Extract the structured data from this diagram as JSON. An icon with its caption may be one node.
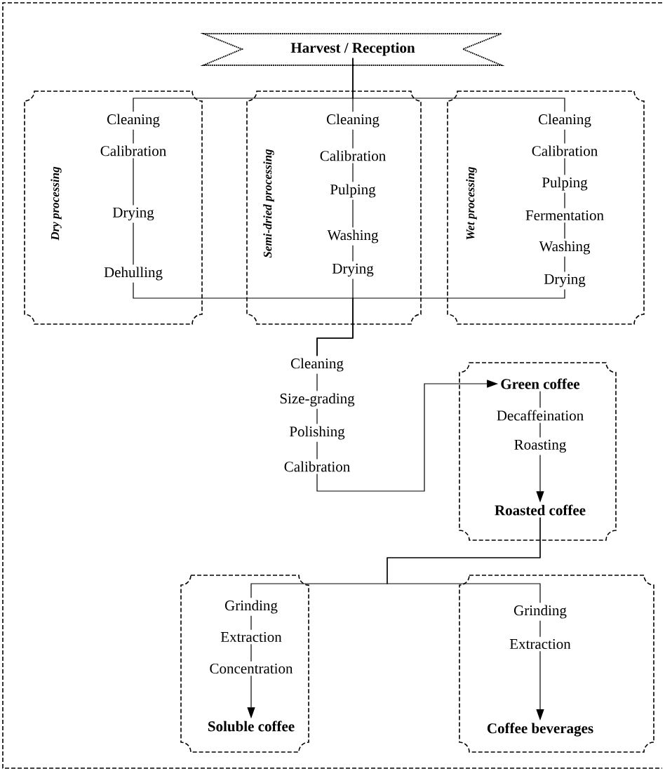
{
  "diagram": {
    "nodes": [
      {
        "text": [
          "Harvest / Reception"
        ]
      },
      {
        "text": [
          "Dry processing"
        ]
      },
      {
        "text": [
          "Cleaning"
        ],
        "in": 1
      },
      {
        "text": [
          "Calibration"
        ],
        "in": 1
      },
      {
        "text": [
          "Drying"
        ],
        "in": 1
      },
      {
        "text": [
          "Dehulling"
        ],
        "in": 1
      },
      {
        "text": [
          "Semi-dried processing"
        ]
      },
      {
        "text": [
          "Cleaning"
        ],
        "in": 6
      },
      {
        "text": [
          "Calibration"
        ],
        "in": 6
      },
      {
        "text": [
          "Pulping"
        ],
        "in": 6
      },
      {
        "text": [
          "Washing"
        ],
        "in": 6
      },
      {
        "text": [
          "Drying"
        ],
        "in": 6
      },
      {
        "text": [
          "Wet processing"
        ]
      },
      {
        "text": [
          "Cleaning"
        ],
        "in": 12
      },
      {
        "text": [
          "Calibration"
        ],
        "in": 12
      },
      {
        "text": [
          "Pulping"
        ],
        "in": 12
      },
      {
        "text": [
          "Fermentation"
        ],
        "in": 12
      },
      {
        "text": [
          "Washing"
        ],
        "in": 12
      },
      {
        "text": [
          "Drying"
        ],
        "in": 12
      },
      {
        "text": [
          "Cleaning"
        ]
      },
      {
        "text": [
          "Size-grading"
        ]
      },
      {
        "text": [
          "Polishing"
        ]
      },
      {
        "text": [
          "Calibration"
        ]
      },
      {
        "text": [],
        "shape": "box"
      },
      {
        "text": [
          "Green coffee"
        ],
        "in": 23
      },
      {
        "text": [
          "Decaffeination"
        ],
        "in": 23
      },
      {
        "text": [
          "Roasting"
        ],
        "in": 23
      },
      {
        "text": [
          "Roasted coffee"
        ],
        "in": 23
      },
      {
        "text": [],
        "shape": "box"
      },
      {
        "text": [
          "Grinding"
        ],
        "in": 28
      },
      {
        "text": [
          "Extraction"
        ],
        "in": 28
      },
      {
        "text": [
          "Concentration"
        ],
        "in": 28
      },
      {
        "text": [
          "Soluble coffee"
        ],
        "in": 28
      },
      {
        "text": [],
        "shape": "box"
      },
      {
        "text": [
          "Grinding"
        ],
        "in": 33
      },
      {
        "text": [
          "Extraction"
        ],
        "in": 33
      },
      {
        "text": [
          "Coffee beverages"
        ],
        "in": 33
      }
    ],
    "edges": [
      {
        "from": 0,
        "to": 2,
        "arrow": "none"
      },
      {
        "from": 0,
        "to": 7,
        "arrow": "none"
      },
      {
        "from": 0,
        "to": 13,
        "arrow": "none"
      },
      {
        "from": 2,
        "to": 3,
        "arrow": "none"
      },
      {
        "from": 3,
        "to": 4,
        "arrow": "none"
      },
      {
        "from": 4,
        "to": 5,
        "arrow": "none"
      },
      {
        "from": 7,
        "to": 8,
        "arrow": "none"
      },
      {
        "from": 8,
        "to": 9,
        "arrow": "none"
      },
      {
        "from": 9,
        "to": 10,
        "arrow": "none"
      },
      {
        "from": 10,
        "to": 11,
        "arrow": "none"
      },
      {
        "from": 13,
        "to": 14,
        "arrow": "none"
      },
      {
        "from": 14,
        "to": 15,
        "arrow": "none"
      },
      {
        "from": 15,
        "to": 16,
        "arrow": "none"
      },
      {
        "from": 16,
        "to": 17,
        "arrow": "none"
      },
      {
        "from": 17,
        "to": 18,
        "arrow": "none"
      },
      {
        "from": 5,
        "to": 19,
        "arrow": "none"
      },
      {
        "from": 11,
        "to": 19,
        "arrow": "none"
      },
      {
        "from": 18,
        "to": 19,
        "arrow": "none"
      },
      {
        "from": 19,
        "to": 20,
        "arrow": "none"
      },
      {
        "from": 20,
        "to": 21,
        "arrow": "none"
      },
      {
        "from": 21,
        "to": 22,
        "arrow": "none"
      },
      {
        "from": 22,
        "to": 24,
        "arrow": "to"
      },
      {
        "from": 24,
        "to": 25,
        "arrow": "none"
      },
      {
        "from": 25,
        "to": 26,
        "arrow": "none"
      },
      {
        "from": 26,
        "to": 27,
        "arrow": "to"
      },
      {
        "from": 27,
        "to": 29,
        "arrow": "none"
      },
      {
        "from": 27,
        "to": 34,
        "arrow": "none"
      },
      {
        "from": 29,
        "to": 30,
        "arrow": "none"
      },
      {
        "from": 30,
        "to": 31,
        "arrow": "none"
      },
      {
        "from": 31,
        "to": 32,
        "arrow": "to"
      },
      {
        "from": 34,
        "to": 35,
        "arrow": "none"
      },
      {
        "from": 35,
        "to": 36,
        "arrow": "to"
      }
    ]
  }
}
